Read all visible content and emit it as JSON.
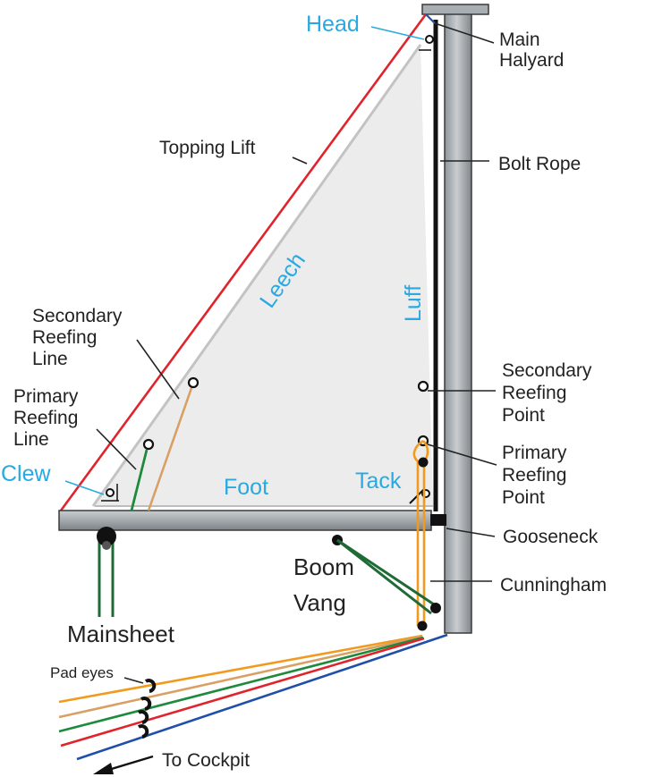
{
  "labels": {
    "head": "Head",
    "main_halyard_1": "Main",
    "main_halyard_2": "Halyard",
    "topping_lift": "Topping Lift",
    "bolt_rope": "Bolt Rope",
    "leech": "Leech",
    "luff": "Luff",
    "secondary_reefing_line_1": "Secondary",
    "secondary_reefing_line_2": "Reefing",
    "secondary_reefing_line_3": "Line",
    "primary_reefing_line_1": "Primary",
    "primary_reefing_line_2": "Reefing",
    "primary_reefing_line_3": "Line",
    "secondary_reefing_point_1": "Secondary",
    "secondary_reefing_point_2": "Reefing",
    "secondary_reefing_point_3": "Point",
    "primary_reefing_point_1": "Primary",
    "primary_reefing_point_2": "Reefing",
    "primary_reefing_point_3": "Point",
    "clew": "Clew",
    "foot": "Foot",
    "tack": "Tack",
    "gooseneck": "Gooseneck",
    "boom_vang_1": "Boom",
    "boom_vang_2": "Vang",
    "cunningham": "Cunningham",
    "mainsheet": "Mainsheet",
    "pad_eyes": "Pad eyes",
    "to_cockpit": "To Cockpit"
  },
  "colors": {
    "label_blue": "#29a9e1",
    "topping_lift": "#e0242c",
    "main_halyard": "#1f4fa8",
    "primary_reefing_line": "#1e8a3c",
    "secondary_reefing_line": "#d9a066",
    "cunningham": "#f29a1e",
    "boom_vang": "#1e6b36",
    "sail": "#ececec",
    "spar": "#a9aeb2"
  }
}
